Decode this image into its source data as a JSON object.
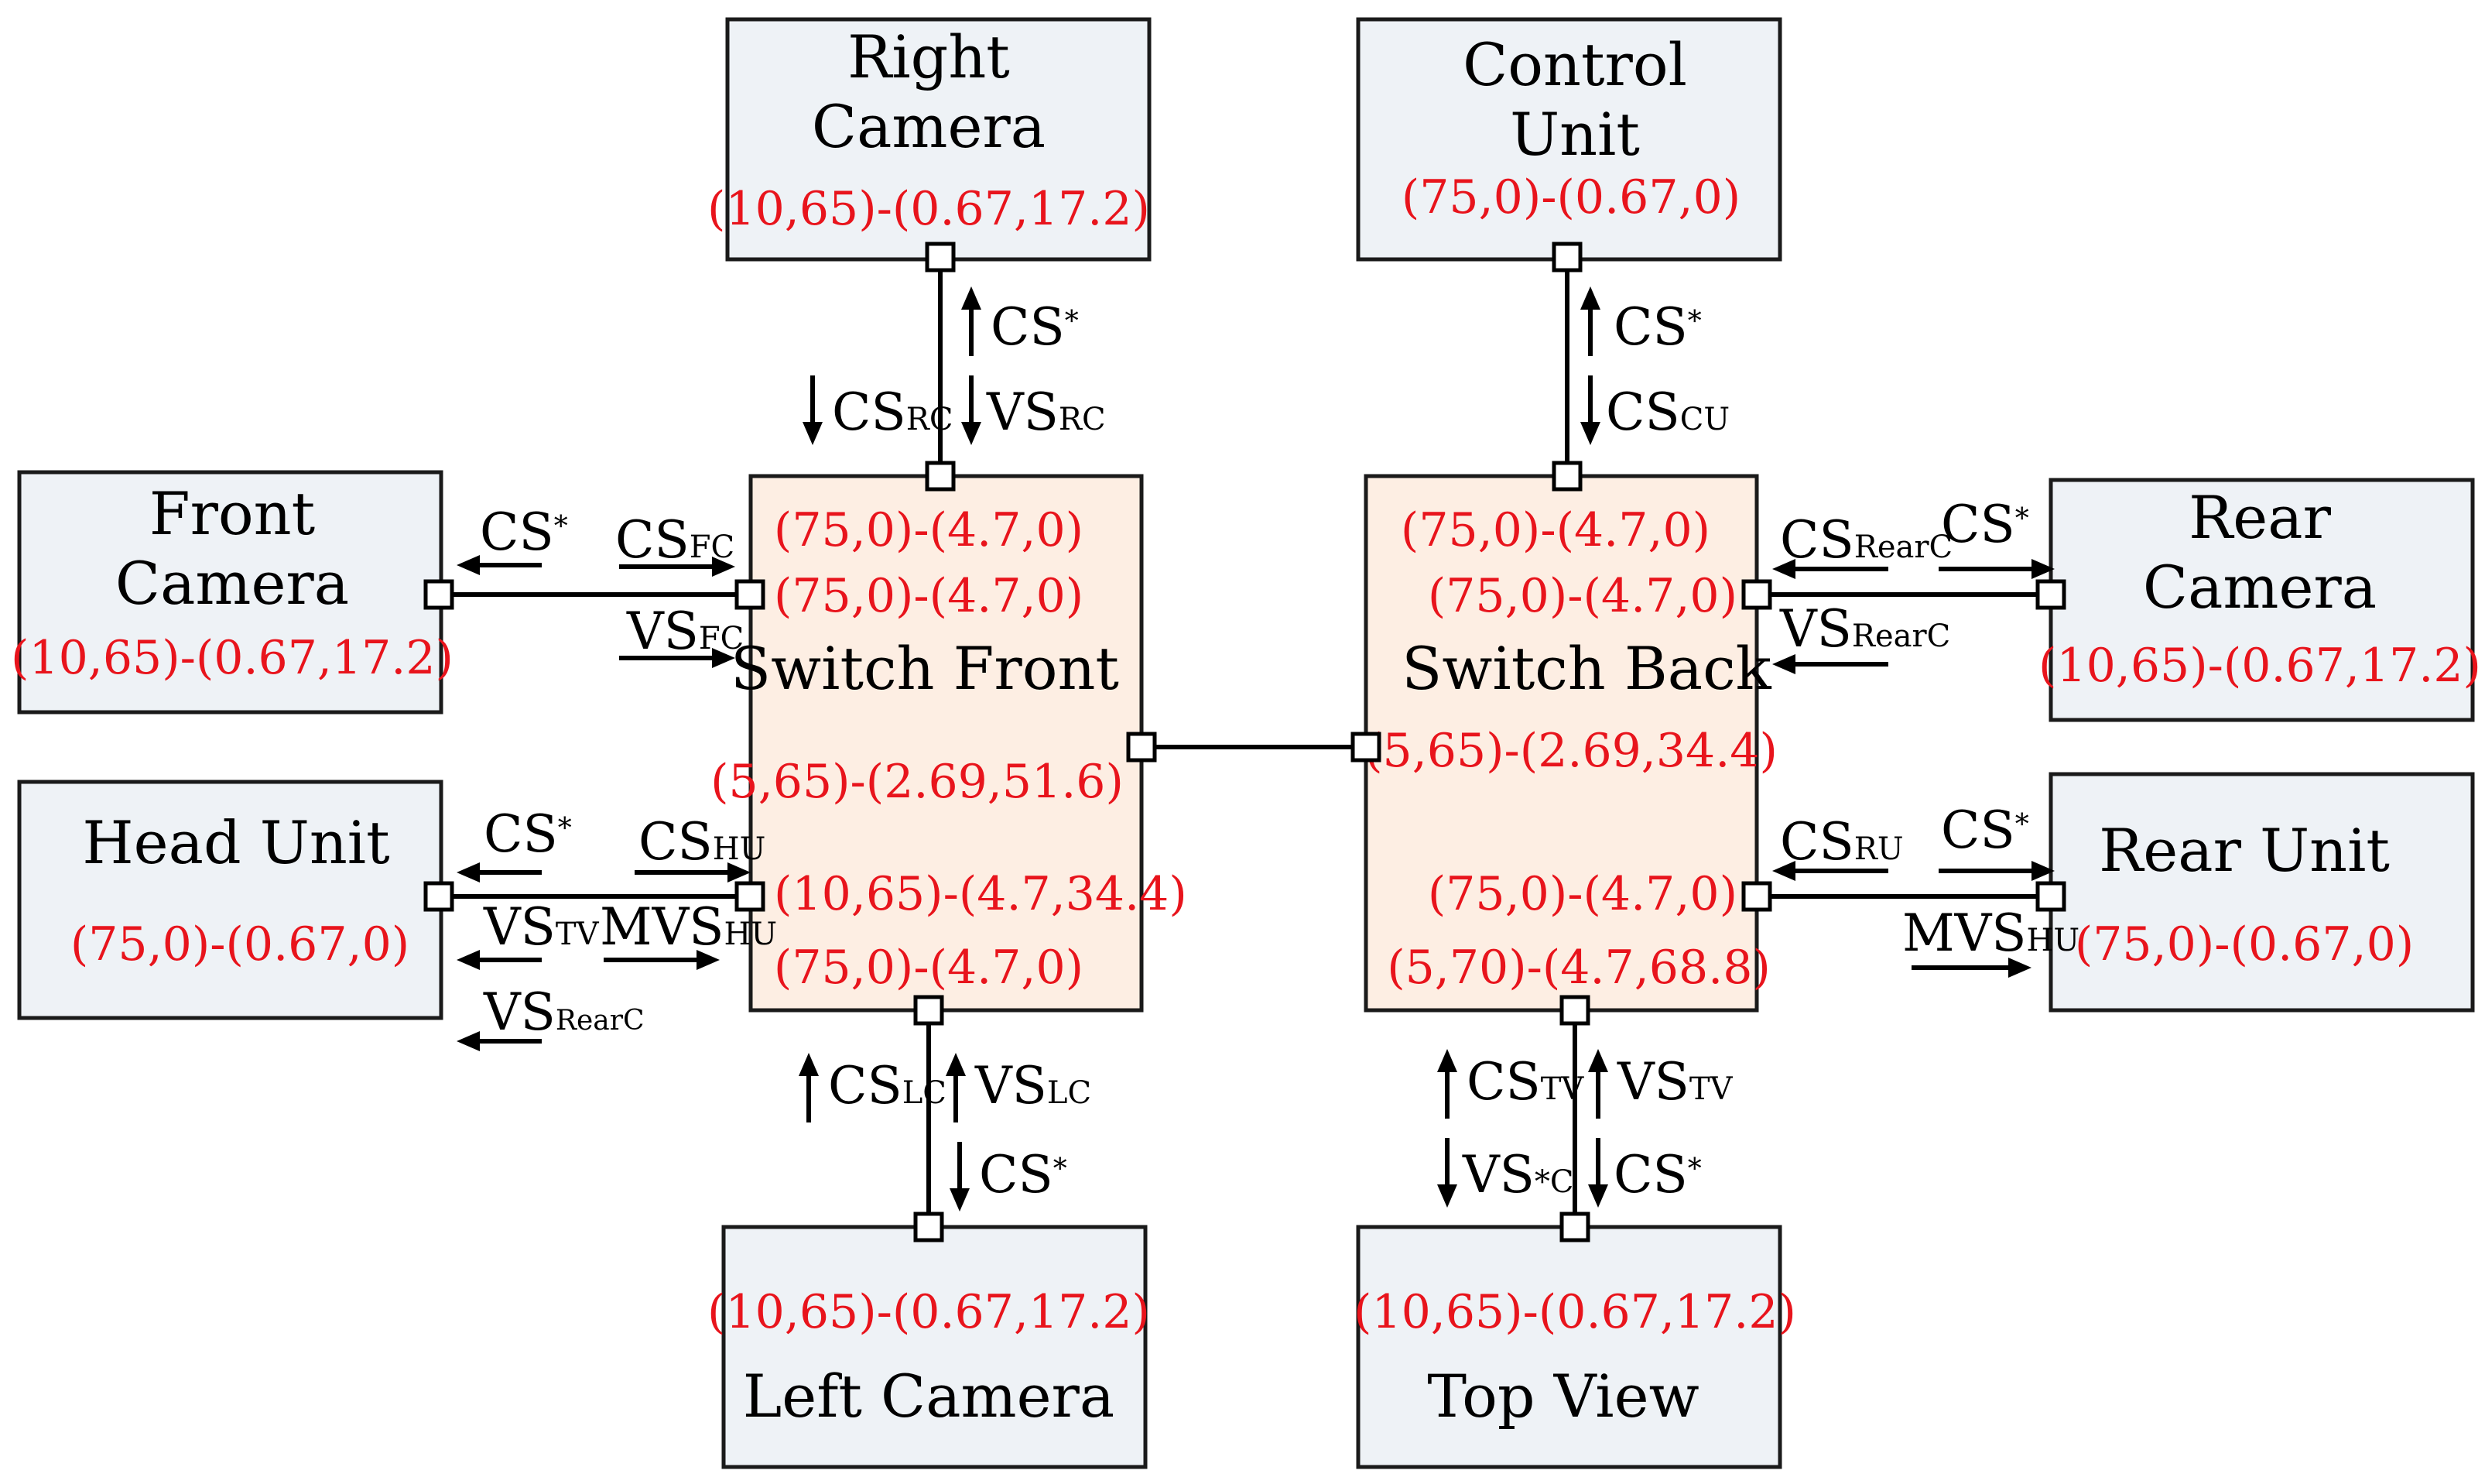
{
  "colors": {
    "device_fill": "#eef2f6",
    "switch_fill": "#fdeee3",
    "border": "#1a1a1a",
    "param_text": "#e8141c"
  },
  "nodes": {
    "right_camera": {
      "title_lines": [
        "Right",
        "Camera"
      ],
      "params": [
        "(10,65)-(0.67,17.2)"
      ]
    },
    "control_unit": {
      "title_lines": [
        "Control",
        "Unit"
      ],
      "params": [
        "(75,0)-(0.67,0)"
      ]
    },
    "front_camera": {
      "title_lines": [
        "Front",
        "Camera"
      ],
      "params": [
        "(10,65)-(0.67,17.2)"
      ]
    },
    "rear_camera": {
      "title_lines": [
        "Rear",
        "Camera"
      ],
      "params": [
        "(10,65)-(0.67,17.2)"
      ]
    },
    "head_unit": {
      "title_lines": [
        "Head Unit"
      ],
      "params": [
        "(75,0)-(0.67,0)"
      ]
    },
    "rear_unit": {
      "title_lines": [
        "Rear Unit"
      ],
      "params": [
        "(75,0)-(0.67,0)"
      ]
    },
    "left_camera": {
      "title_lines": [
        "Left Camera"
      ],
      "params": [
        "(10,65)-(0.67,17.2)"
      ]
    },
    "top_view": {
      "title_lines": [
        "Top View"
      ],
      "params": [
        "(10,65)-(0.67,17.2)"
      ]
    },
    "switch_front": {
      "title": "Switch Front",
      "params": [
        "(75,0)-(4.7,0)",
        "(75,0)-(4.7,0)",
        "(5,65)-(2.69,51.6)",
        "(10,65)-(4.7,34.4)",
        "(75,0)-(4.7,0)"
      ]
    },
    "switch_back": {
      "title": "Switch Back",
      "params": [
        "(75,0)-(4.7,0)",
        "(75,0)-(4.7,0)",
        "(5,65)-(2.69,34.4)",
        "(75,0)-(4.7,0)",
        "(5,70)-(4.7,68.8)"
      ]
    }
  },
  "streams": [
    {
      "main": "CS",
      "sub": "*",
      "dir": "up"
    },
    {
      "main": "CS",
      "sub": "RC",
      "dir": "down"
    },
    {
      "main": "VS",
      "sub": "RC",
      "dir": "down"
    },
    {
      "main": "CS",
      "sub": "*",
      "dir": "up"
    },
    {
      "main": "CS",
      "sub": "CU",
      "dir": "down"
    },
    {
      "main": "CS",
      "sub": "*",
      "dir": "left"
    },
    {
      "main": "CS",
      "sub": "FC",
      "dir": "right"
    },
    {
      "main": "VS",
      "sub": "FC",
      "dir": "right"
    },
    {
      "main": "CS",
      "sub": "RearC",
      "dir": "left"
    },
    {
      "main": "CS",
      "sub": "*",
      "dir": "right"
    },
    {
      "main": "VS",
      "sub": "RearC",
      "dir": "left"
    },
    {
      "main": "CS",
      "sub": "*",
      "dir": "left"
    },
    {
      "main": "CS",
      "sub": "HU",
      "dir": "right"
    },
    {
      "main": "VS",
      "sub": "TV",
      "dir": "left"
    },
    {
      "main": "MVS",
      "sub": "HU",
      "dir": "right"
    },
    {
      "main": "VS",
      "sub": "RearC",
      "dir": "left"
    },
    {
      "main": "CS",
      "sub": "RU",
      "dir": "left"
    },
    {
      "main": "CS",
      "sub": "*",
      "dir": "right"
    },
    {
      "main": "MVS",
      "sub": "HU",
      "dir": "right"
    },
    {
      "main": "CS",
      "sub": "LC",
      "dir": "up"
    },
    {
      "main": "VS",
      "sub": "LC",
      "dir": "up"
    },
    {
      "main": "CS",
      "sub": "*",
      "dir": "down"
    },
    {
      "main": "CS",
      "sub": "TV",
      "dir": "up"
    },
    {
      "main": "VS",
      "sub": "TV",
      "dir": "up"
    },
    {
      "main": "VS",
      "sub": "*C",
      "dir": "down"
    },
    {
      "main": "CS",
      "sub": "*",
      "dir": "down"
    }
  ]
}
